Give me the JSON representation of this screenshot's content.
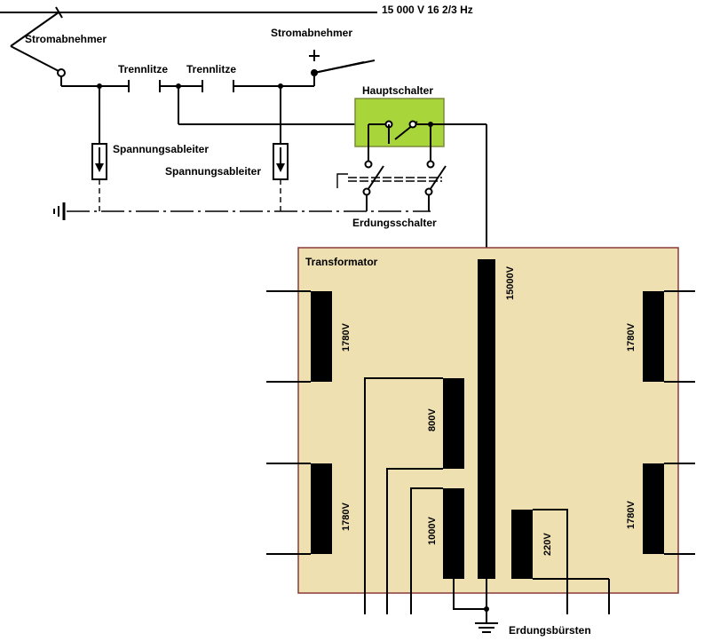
{
  "diagram": {
    "overhead_line": "15 000 V 16 2/3 Hz",
    "pantograph_left": "Stromabnehmer",
    "pantograph_right": "Stromabnehmer",
    "isolator_1": "Trennlitze",
    "isolator_2": "Trennlitze",
    "surge_arrester_1": "Spannungsableiter",
    "surge_arrester_2": "Spannungsableiter",
    "main_switch": "Hauptschalter",
    "earthing_switch": "Erdungsschalter",
    "transformer": "Transformator",
    "earthing_brushes": "Erdungsbürsten",
    "windings": {
      "primary": "15000V",
      "left_top": "1780V",
      "left_bottom": "1780V",
      "right_top": "1780V",
      "right_bottom": "1780V",
      "mid_upper": "800V",
      "mid_lower": "1000V",
      "aux": "220V"
    },
    "colors": {
      "transformer_fill": "#efe0b2",
      "transformer_border": "#8b3a3a",
      "main_switch_fill": "#a8d63a",
      "main_switch_border": "#7a8a3a"
    }
  }
}
